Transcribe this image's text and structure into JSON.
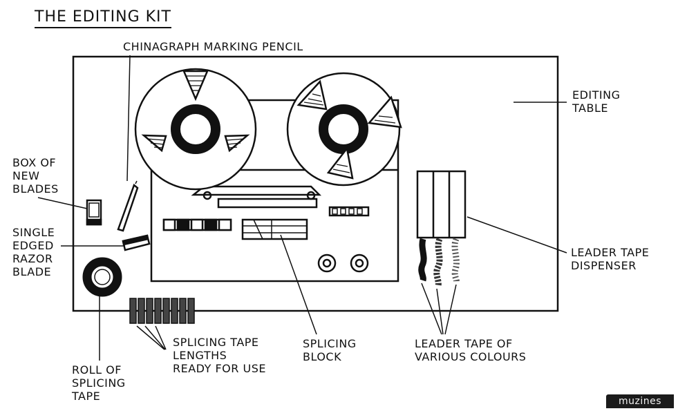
{
  "title": "THE EDITING KIT",
  "labels": {
    "pencil": "CHINAGRAPH MARKING PENCIL",
    "table": "EDITING\nTABLE",
    "box": "BOX OF\nNEW\nBLADES",
    "razor": "SINGLE\nEDGED\nRAZOR\nBLADE",
    "roll": "ROLL OF\nSPLICING\nTAPE",
    "lengths": "SPLICING TAPE\nLENGTHS\nREADY FOR USE",
    "block": "SPLICING\nBLOCK",
    "leader_colours": "LEADER TAPE OF\nVARIOUS COLOURS",
    "dispenser": "LEADER TAPE\nDISPENSER"
  },
  "watermark": "muzines",
  "colors": {
    "ink": "#111111",
    "paper": "#ffffff",
    "badge_bg": "#1b1b1b",
    "badge_text": "#f2f2f2"
  }
}
